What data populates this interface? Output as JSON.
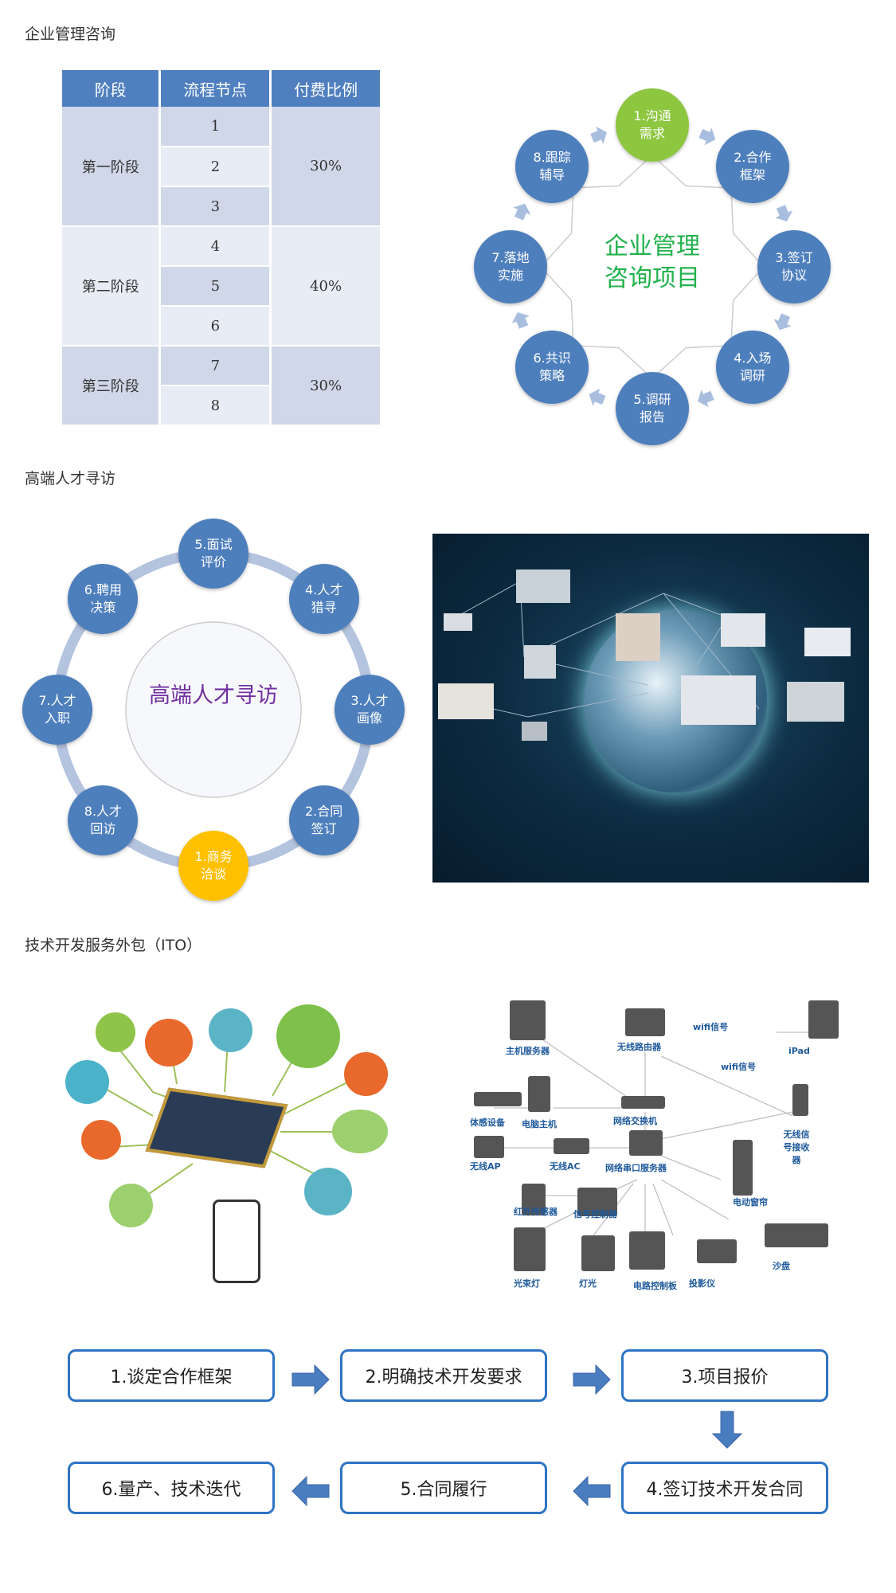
{
  "sections": {
    "s1": "企业管理咨询",
    "s2": "高端人才寻访",
    "s3": "技术开发服务外包（ITO）"
  },
  "table": {
    "headers": [
      "阶段",
      "流程节点",
      "付费比例"
    ],
    "stages": [
      {
        "name": "第一阶段",
        "nodes": [
          "1",
          "2",
          "3"
        ],
        "ratio": "30%"
      },
      {
        "name": "第二阶段",
        "nodes": [
          "4",
          "5",
          "6"
        ],
        "ratio": "40%"
      },
      {
        "name": "第三阶段",
        "nodes": [
          "7",
          "8"
        ],
        "ratio": "30%"
      }
    ]
  },
  "consult": {
    "center": "企业管理咨询项目",
    "steps": [
      "1.沟通需求",
      "2.合作框架",
      "3.签订协议",
      "4.入场调研",
      "5.调研报告",
      "6.共识策略",
      "7.落地实施",
      "8.跟踪辅导"
    ],
    "highlight": "#8dc63f",
    "node_color": "#4e7fbd"
  },
  "talent": {
    "center": "高端人才寻访",
    "steps": [
      "1.商务洽谈",
      "2.合同签订",
      "3.人才画像",
      "4.人才猎寻",
      "5.面试评价",
      "6.聘用决策",
      "7.人才入职",
      "8.人才回访"
    ],
    "highlight": "#ffc000"
  },
  "network": {
    "labels": [
      "主机服务器",
      "无线路由器",
      "wifi信号",
      "iPad",
      "wifi信号",
      "体感设备",
      "电脑主机",
      "网络交换机",
      "无线信号接收器",
      "无线AP",
      "无线AC",
      "网络串口服务器",
      "电动窗帘",
      "红外传感器",
      "信号控制器",
      "光束灯",
      "灯光",
      "电路控制板",
      "投影仪",
      "沙盘"
    ]
  },
  "flow": {
    "steps": [
      "1.谈定合作框架",
      "2.明确技术开发要求",
      "3.项目报价",
      "4.签订技术开发合同",
      "5.合同履行",
      "6.量产、技术迭代"
    ]
  }
}
